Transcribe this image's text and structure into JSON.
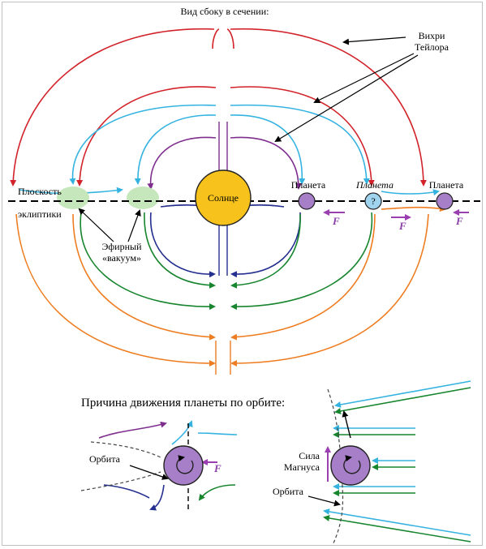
{
  "labels": {
    "top_title": "Вид сбоку в сечении:",
    "vortex_line1": "Вихри",
    "vortex_line2": "Тейлора",
    "plane_line1": "Плоскость",
    "plane_line2": "эклиптики",
    "sun": "Солнце",
    "planet1": "Планета",
    "planet2": "Планета",
    "planet3": "Планета",
    "question": "?",
    "ether_line1": "Эфирный",
    "ether_line2": "«вакуум»",
    "force": "F",
    "bottom_title": "Причина движения планеты по орбите:",
    "orbit_left": "Орбита",
    "orbit_right": "Орбита",
    "magnus_line1": "Сила",
    "magnus_line2": "Магнуса"
  },
  "colors": {
    "red": "#d2232a",
    "cyan": "#35b3e0",
    "purple": "#7e2f8e",
    "navy": "#252f8f",
    "green": "#17852e",
    "orange": "#ee7d21",
    "sun_fill": "#f6c21b",
    "planet_fill": "#a77fc9",
    "planet_q_fill": "#9fd3ee",
    "ether_fill": "#c6e6bc",
    "force_color": "#9b3fb0"
  }
}
